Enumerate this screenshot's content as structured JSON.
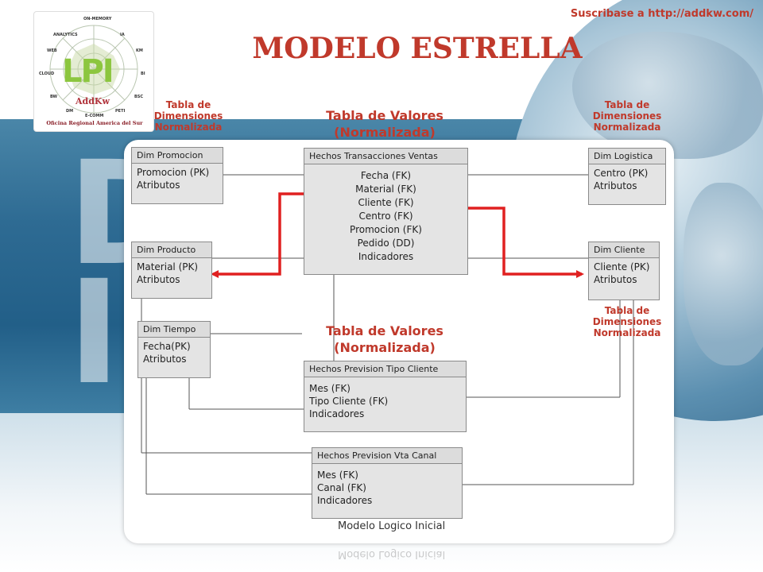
{
  "header": {
    "subscribe": "Suscribase a http://addkw.com/",
    "title": "MODELO ESTRELLA"
  },
  "logo": {
    "mark": "LPI",
    "brand": "AddKw",
    "office": "Oficina Regional America del Sur",
    "labels": [
      "ON-MEMORY",
      "ANALYTICS",
      "IA",
      "WEB",
      "KM",
      "CLOUD",
      "BI",
      "BW",
      "BSC",
      "DM",
      "E-COMM",
      "PETI"
    ]
  },
  "background": {
    "watermark": "Da\nIn"
  },
  "captions": {
    "dim_left": "Tabla de\nDimensiones\nNormalizada",
    "dim_right_top": "Tabla de\nDimensiones\nNormalizada",
    "dim_right_mid": "Tabla de\nDimensiones\nNormalizada",
    "facts_top": "Tabla de Valores\n(Normalizada)",
    "facts_mid": "Tabla de Valores\n(Normalizada)"
  },
  "tables": {
    "dim_promocion": {
      "header": "Dim Promocion",
      "rows": [
        "Promocion (PK)",
        "Atributos"
      ]
    },
    "dim_producto": {
      "header": "Dim Producto",
      "rows": [
        "Material (PK)",
        "Atributos"
      ]
    },
    "dim_tiempo": {
      "header": "Dim Tiempo",
      "rows": [
        "Fecha(PK)",
        "Atributos"
      ]
    },
    "dim_logistica": {
      "header": "Dim Logistica",
      "rows": [
        "Centro (PK)",
        "Atributos"
      ]
    },
    "dim_cliente": {
      "header": "Dim Cliente",
      "rows": [
        "Cliente (PK)",
        "Atributos"
      ]
    },
    "hechos_ventas": {
      "header": "Hechos Transacciones Ventas",
      "rows": [
        "Fecha (FK)",
        "Material (FK)",
        "Cliente (FK)",
        "Centro (FK)",
        "Promocion (FK)",
        "Pedido (DD)",
        "Indicadores"
      ]
    },
    "hechos_tipo_cliente": {
      "header": "Hechos Prevision Tipo Cliente",
      "rows": [
        "Mes (FK)",
        "Tipo Cliente (FK)",
        "Indicadores"
      ]
    },
    "hechos_vta_canal": {
      "header": "Hechos Prevision Vta Canal",
      "rows": [
        "Mes (FK)",
        "Canal (FK)",
        "Indicadores"
      ]
    }
  },
  "diagram_caption": "Modelo Logico Inicial",
  "colors": {
    "accent": "#c0392b",
    "arrow": "#e02020",
    "band": "#2e6b93"
  }
}
